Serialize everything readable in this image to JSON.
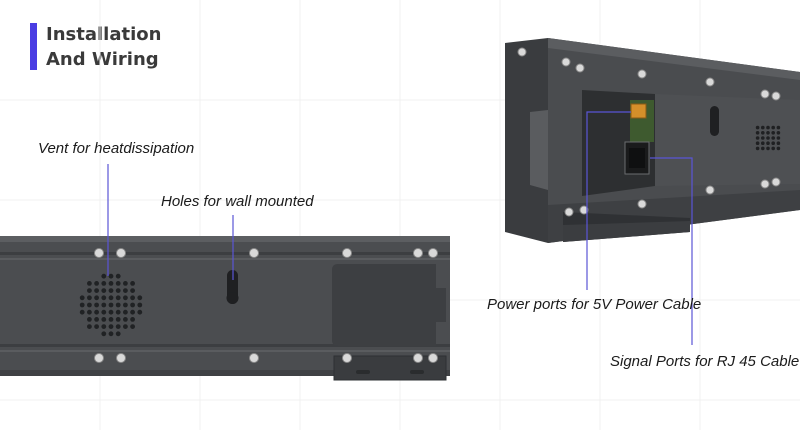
{
  "title": {
    "line1": "Installation",
    "line2": "And Wiring"
  },
  "labels": {
    "vent": "Vent for heatdissipation",
    "holes": "Holes for wall mounted",
    "power": "Power ports for 5V Power Cable",
    "signal": "Signal Ports for RJ 45 Cable"
  },
  "colors": {
    "accent": "#4a3de3",
    "leader": "#5a55d6",
    "panel": "#4b4d50"
  }
}
